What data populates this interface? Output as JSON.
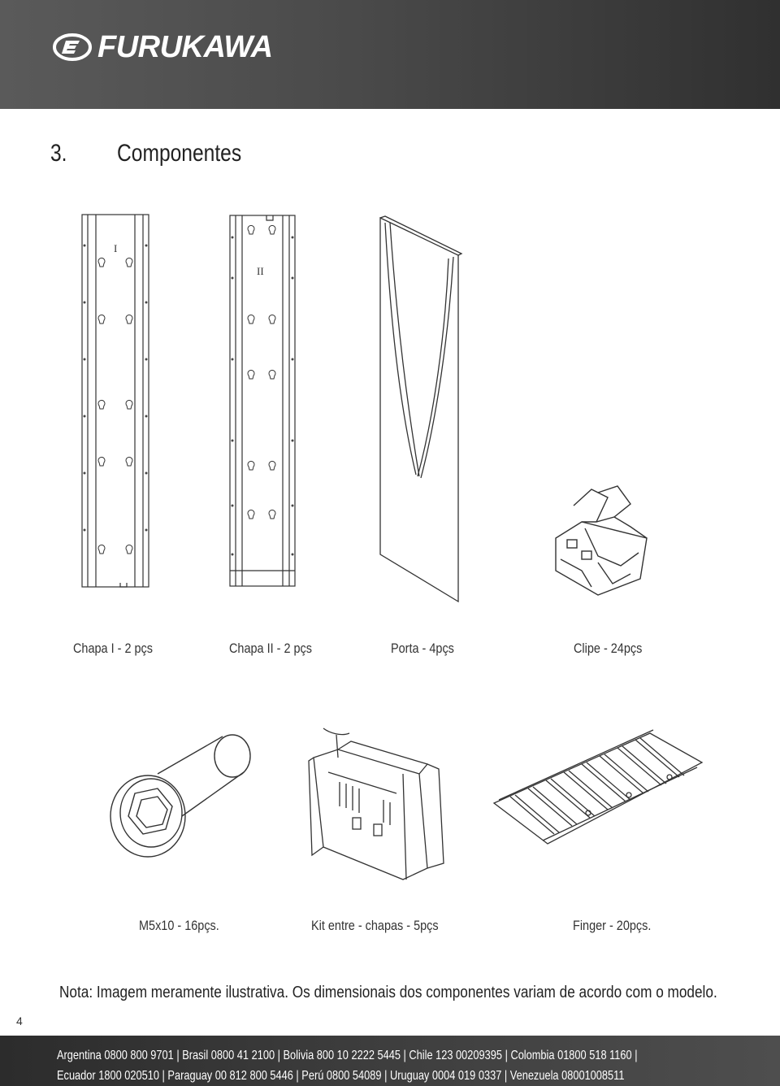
{
  "brand": {
    "name": "FURUKAWA",
    "icon": "furukawa-e-logo"
  },
  "section": {
    "number": "3.",
    "title": "Componentes"
  },
  "components_row1": [
    {
      "label": "Chapa I - 2 pçs",
      "icon": "panel-i-drawing"
    },
    {
      "label": "Chapa II - 2 pçs",
      "icon": "panel-ii-drawing"
    },
    {
      "label": "Porta - 4pçs",
      "icon": "door-drawing"
    },
    {
      "label": "Clipe - 24pçs",
      "icon": "clip-drawing"
    }
  ],
  "components_row2": [
    {
      "label": "M5x10 - 16pçs.",
      "icon": "screw-drawing"
    },
    {
      "label": "Kit entre - chapas - 5pçs",
      "icon": "bracket-kit-drawing"
    },
    {
      "label": "Finger - 20pçs.",
      "icon": "finger-tray-drawing"
    }
  ],
  "panel_marks": {
    "panel_i": "I",
    "panel_ii": "II"
  },
  "note": "Nota: Imagem meramente ilustrativa. Os dimensionais dos componentes variam de acordo com o modelo.",
  "page_number": "4",
  "footer": {
    "line1": "Argentina 0800 800  9701 | Brasil 0800 41 2100 | Bolivia 800 10 2222 5445 | Chile 123 00209395 | Colombia 01800 518 1160 |",
    "line2": "Ecuador 1800 020510 | Paraguay 00 812 800 5446 | Perú 0800 54089 | Uruguay  0004 019 0337 | Venezuela 08001008511"
  }
}
